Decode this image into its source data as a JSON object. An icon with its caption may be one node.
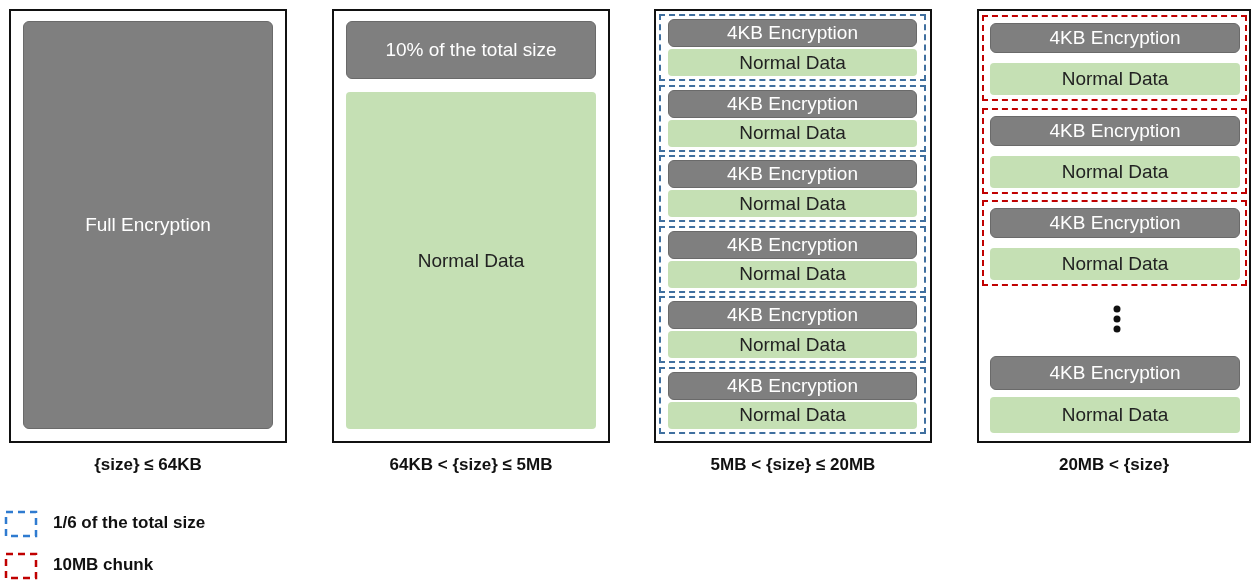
{
  "diagram": {
    "nodes": [
      {
        "text": [],
        "shape": "box",
        "beside": [
          "{size} ≤ 64KB"
        ]
      },
      {
        "text": [
          "Full Encryption"
        ],
        "in": 0
      },
      {
        "text": [],
        "shape": "box",
        "beside": [
          "64KB < {size} ≤ 5MB"
        ]
      },
      {
        "text": [
          "10% of the total size"
        ],
        "in": 2
      },
      {
        "text": [
          "Normal Data"
        ],
        "in": 2
      },
      {
        "text": [],
        "shape": "box",
        "beside": [
          "5MB < {size} ≤ 20MB"
        ]
      },
      {
        "text": [],
        "shape": "box",
        "in": 5
      },
      {
        "text": [
          "4KB Encryption"
        ],
        "in": 6
      },
      {
        "text": [
          "Normal Data"
        ],
        "in": 6
      },
      {
        "text": [],
        "shape": "box",
        "in": 5
      },
      {
        "text": [
          "4KB Encryption"
        ],
        "in": 9
      },
      {
        "text": [
          "Normal Data"
        ],
        "in": 9
      },
      {
        "text": [],
        "shape": "box",
        "in": 5
      },
      {
        "text": [
          "4KB Encryption"
        ],
        "in": 12
      },
      {
        "text": [
          "Normal Data"
        ],
        "in": 12
      },
      {
        "text": [],
        "shape": "box",
        "in": 5
      },
      {
        "text": [
          "4KB Encryption"
        ],
        "in": 15
      },
      {
        "text": [
          "Normal Data"
        ],
        "in": 15
      },
      {
        "text": [],
        "shape": "box",
        "in": 5
      },
      {
        "text": [
          "4KB Encryption"
        ],
        "in": 18
      },
      {
        "text": [
          "Normal Data"
        ],
        "in": 18
      },
      {
        "text": [],
        "shape": "box",
        "in": 5
      },
      {
        "text": [
          "4KB Encryption"
        ],
        "in": 21
      },
      {
        "text": [
          "Normal Data"
        ],
        "in": 21
      },
      {
        "text": [],
        "shape": "box",
        "beside": [
          "20MB < {size}"
        ]
      },
      {
        "text": [],
        "shape": "box",
        "in": 24
      },
      {
        "text": [
          "4KB Encryption"
        ],
        "in": 25
      },
      {
        "text": [
          "Normal Data"
        ],
        "in": 25
      },
      {
        "text": [],
        "shape": "box",
        "in": 24
      },
      {
        "text": [
          "4KB Encryption"
        ],
        "in": 28
      },
      {
        "text": [
          "Normal Data"
        ],
        "in": 28
      },
      {
        "text": [],
        "shape": "box",
        "in": 24
      },
      {
        "text": [
          "4KB Encryption"
        ],
        "in": 31
      },
      {
        "text": [
          "Normal Data"
        ],
        "in": 31
      },
      {
        "text": [
          "4KB Encryption"
        ],
        "in": 24
      },
      {
        "text": [
          "Normal Data"
        ],
        "in": 24
      }
    ],
    "legend": [
      {
        "text": "1/6 of the total size"
      },
      {
        "text": "10MB chunk"
      }
    ]
  }
}
